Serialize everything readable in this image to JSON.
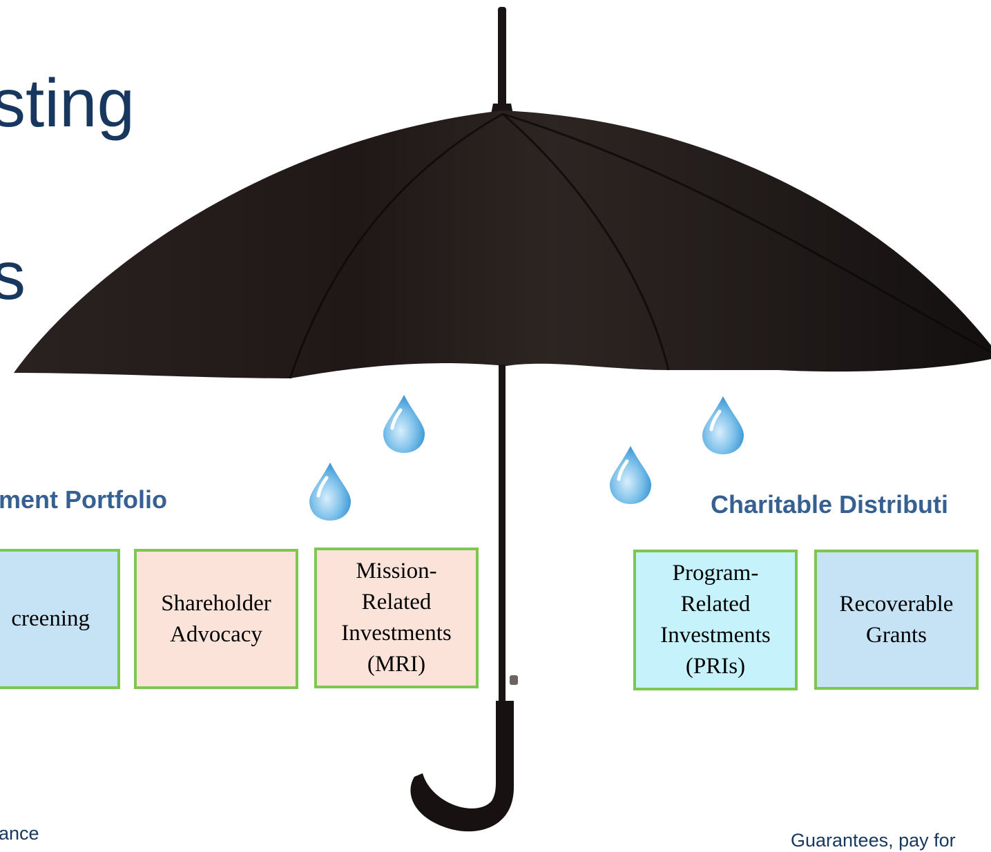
{
  "title": {
    "line1": "sting",
    "line2": "s"
  },
  "sections": {
    "investment": {
      "label": "tment Portfolio"
    },
    "charitable": {
      "label": "Charitable Distributi"
    }
  },
  "boxes": {
    "screening": {
      "lines": [
        "creening"
      ]
    },
    "shareholder": {
      "lines": [
        "Shareholder",
        "Advocacy"
      ]
    },
    "mri": {
      "lines": [
        "Mission-",
        "Related",
        "Investments",
        "(MRI)"
      ]
    },
    "pri": {
      "lines": [
        "Program-",
        "Related",
        "Investments",
        "(PRIs)"
      ]
    },
    "grants": {
      "lines": [
        "Recoverable",
        "Grants"
      ]
    }
  },
  "footnotes": {
    "left": "ance",
    "right": "Guarantees, pay for"
  },
  "colors": {
    "title": "#17375e",
    "section_label": "#366092",
    "box_border": "#7dc650",
    "box_blue": "#c6e3f6",
    "box_peach": "#fce3d9",
    "box_cyan": "#c5f2fb",
    "umbrella": "#1c1716",
    "raindrop": "#4da3dc"
  },
  "icons": [
    "umbrella-icon",
    "raindrop-icon"
  ]
}
